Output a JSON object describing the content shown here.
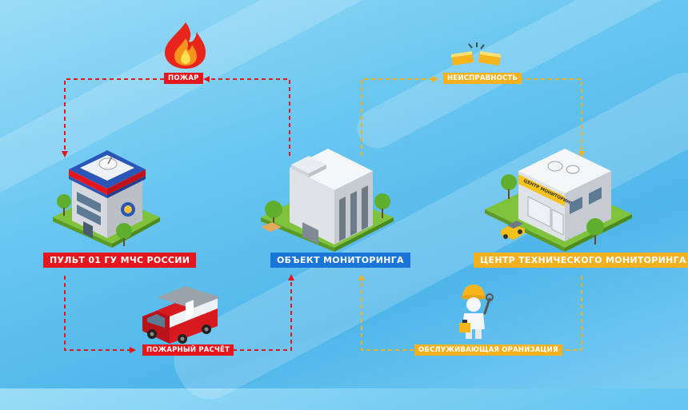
{
  "labels": {
    "fire": "пожар",
    "fault": "неисправность",
    "fire_console": "ПУЛЬТ 01 ГУ МЧС РОССИИ",
    "monitoring_object": "ОБЪЕКТ МОНИТОРИНГА",
    "tech_center": "ЦЕНТР ТЕХНИЧЕСКОГО МОНИТОРИНГА",
    "fire_crew": "Пожарный расчёт",
    "service_org": "Обслуживающая оранизация",
    "center_sign": "ЦЕНТР МОНИТОРИНГА"
  },
  "colors": {
    "red": "#e5161d",
    "blue": "#1976d8",
    "yellow": "#f3b120"
  },
  "icons": [
    "fire-icon",
    "broken-link-icon",
    "fire-truck-icon",
    "technician-icon"
  ]
}
